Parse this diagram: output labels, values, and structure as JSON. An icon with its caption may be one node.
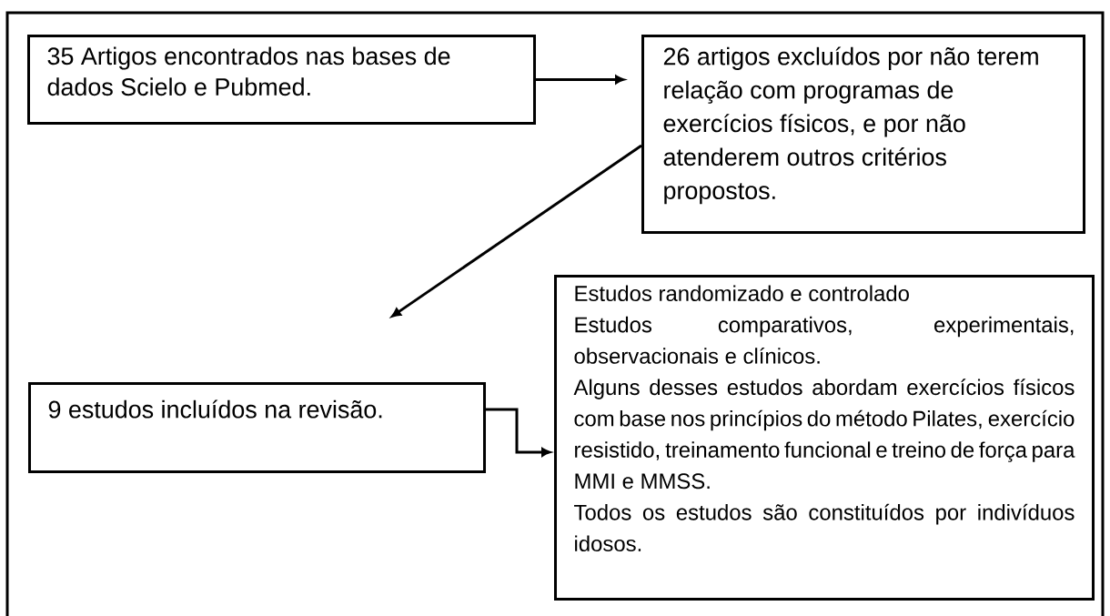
{
  "diagram": {
    "nodes": [
      {
        "text": [
          "35 Artigos encontrados nas bases de dados Scielo e Pubmed."
        ]
      },
      {
        "text": [
          "26 artigos excluídos por não terem relação com programas de exercícios físicos, e por não atenderem outros critérios propostos."
        ]
      },
      {
        "text": [
          "9 estudos incluídos na revisão."
        ]
      },
      {
        "text": [
          "Estudos randomizado e controlado",
          "Estudos comparativos, experimentais, observacionais e clínicos.",
          "Alguns desses estudos abordam exercícios físicos com base nos princípios do método Pilates, exercício resistido, treinamento funcional e treino de força para MMI e MMSS.",
          "Todos os estudos são constituídos por indivíduos idosos."
        ]
      }
    ],
    "edges": [
      {
        "from": 0,
        "to": 1,
        "arrow": "to"
      },
      {
        "from": 1,
        "to": 2,
        "arrow": "to"
      },
      {
        "from": 2,
        "to": 3,
        "arrow": "to"
      }
    ]
  }
}
